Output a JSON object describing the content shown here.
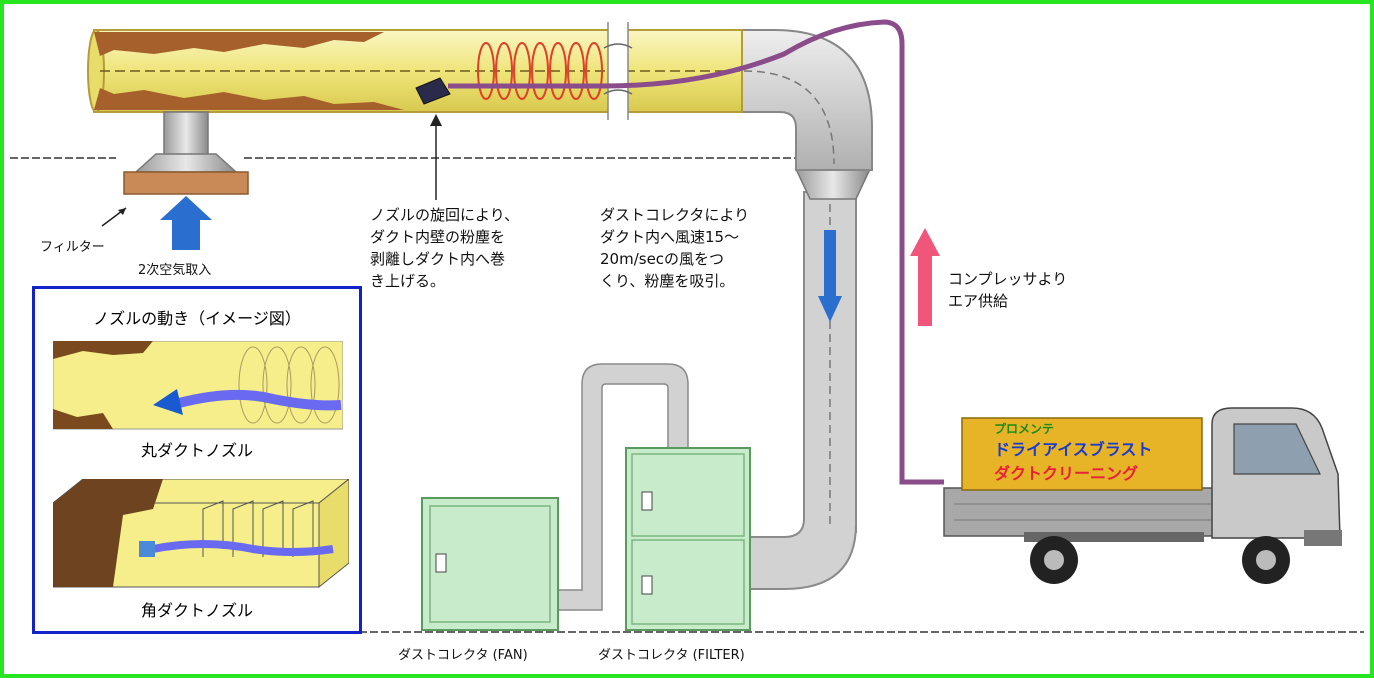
{
  "labels": {
    "filter": "フィルター",
    "secondary_air": "2次空気取入",
    "nozzle_desc": "ノズルの旋回により、\nダクト内壁の粉塵を\n剥離しダクト内へ巻\nき上げる。",
    "collector_desc": "ダストコレクタにより\nダクト内へ風速15～\n20m/secの風をつ\nくり、粉塵を吸引。",
    "compressor": "コンプレッサより\nエア供給",
    "collector_fan": "ダストコレクタ (FAN)",
    "collector_filter": "ダストコレクタ (FILTER)"
  },
  "inset": {
    "title": "ノズルの動き（イメージ図）",
    "round_caption": "丸ダクトノズル",
    "square_caption": "角ダクトノズル"
  },
  "truck": {
    "brand": "プロメンテ",
    "line1": "ドライアイスブラスト",
    "line2": "ダクトクリーニング"
  },
  "colors": {
    "frame": "#27e621",
    "inset_border": "#1022c8",
    "duct_yellow": "#f5ee8a",
    "dust_brown": "#a5602b",
    "cabinet_green": "#c8eccb",
    "arrow_blue": "#2a6fd0",
    "arrow_pink": "#f0557a",
    "hose_purple": "#8a4c8a",
    "truck_box": "#e6b426"
  }
}
